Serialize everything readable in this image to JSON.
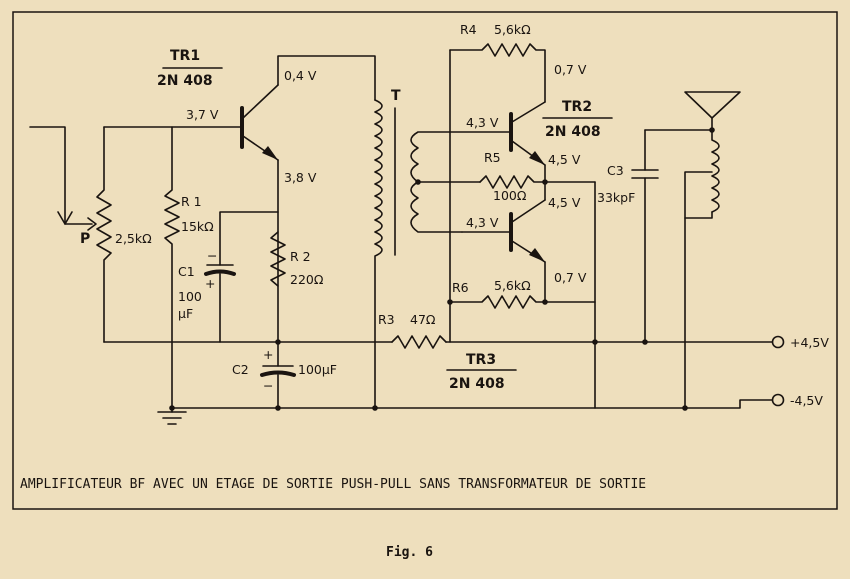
{
  "transistors": {
    "tr1": {
      "name": "TR1",
      "type": "2N 408"
    },
    "tr2": {
      "name": "TR2",
      "type": "2N 408"
    },
    "tr3": {
      "name": "TR3",
      "type": "2N 408"
    }
  },
  "voltages": {
    "tr1_base": "3,7 V",
    "tr1_collector": "0,4 V",
    "tr1_emitter": "3,8 V",
    "tr2_collector": "0,7 V",
    "tr2_base": "4,3 V",
    "tr2_emitter": "4,5 V",
    "tr3_collector": "4,5 V",
    "tr3_base": "4,3 V",
    "tr3_emitter": "0,7 V"
  },
  "components": {
    "p": {
      "name": "P",
      "value": "2,5kΩ"
    },
    "r1": {
      "name": "R 1",
      "value": "15kΩ"
    },
    "c1": {
      "name": "C1",
      "value_line1": "100",
      "value_line2": "μF"
    },
    "r2": {
      "name": "R 2",
      "value": "220Ω"
    },
    "c2": {
      "name": "C2",
      "value": "100μF"
    },
    "r3": {
      "name": "R3",
      "value": "47Ω"
    },
    "r4": {
      "name": "R4",
      "value": "5,6kΩ"
    },
    "r5": {
      "name": "R5",
      "value": "100Ω"
    },
    "r6": {
      "name": "R6",
      "value": "5,6kΩ"
    },
    "c3": {
      "name": "C3",
      "value": "33kpF"
    },
    "t": {
      "name": "T"
    }
  },
  "supply": {
    "positive": "+4,5V",
    "negative": "-4,5V"
  },
  "polarity": {
    "plus": "+",
    "minus": "−"
  },
  "caption": "AMPLIFICATEUR BF AVEC UN ETAGE DE SORTIE PUSH-PULL SANS TRANSFORMATEUR DE SORTIE",
  "figure_label": "Fig. 6"
}
